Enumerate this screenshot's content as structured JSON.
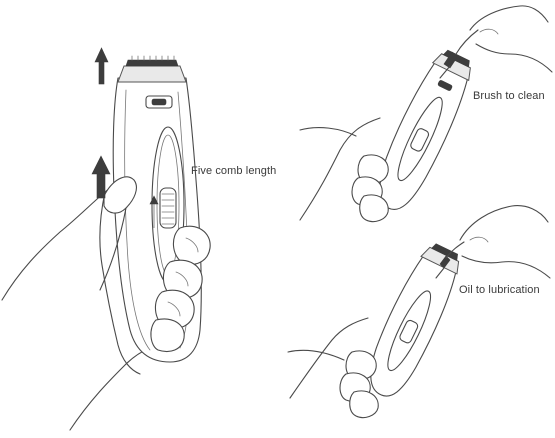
{
  "labels": {
    "comb": "Five comb length",
    "brush": "Brush to clean",
    "oil": "Oil to lubrication"
  },
  "colors": {
    "line": "#4a4a4a",
    "arrow": "#3d3d3d",
    "text": "#3a3a3a"
  }
}
